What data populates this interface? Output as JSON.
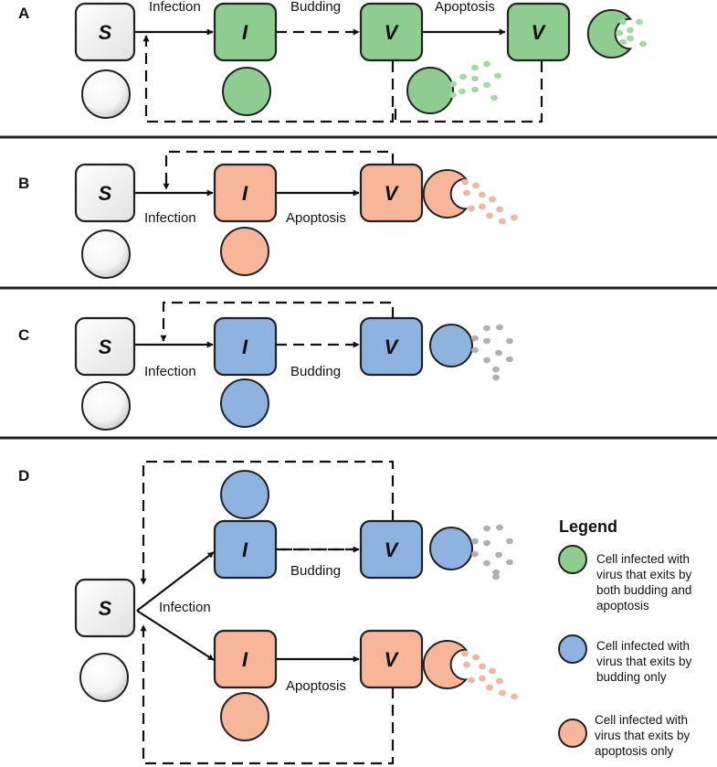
{
  "colors": {
    "green": "#8fcc8f",
    "blue": "#8fb3e0",
    "salmon": "#f7b599",
    "white": "#ffffff",
    "gray_particle": "#b0b0b0",
    "green_particle": "#a8d6a8",
    "salmon_particle": "#eeb8a6"
  },
  "node_letters": {
    "susceptible": "S",
    "infected": "I",
    "virus_producing": "V"
  },
  "panels": {
    "a": {
      "label": "A",
      "edge_infection": "Infection",
      "edge_budding": "Budding",
      "edge_apoptosis": "Apoptosis"
    },
    "b": {
      "label": "B",
      "edge_infection": "Infection",
      "edge_apoptosis": "Apoptosis"
    },
    "c": {
      "label": "C",
      "edge_infection": "Infection",
      "edge_budding": "Budding"
    },
    "d": {
      "label": "D",
      "edge_infection": "Infection",
      "edge_budding": "Budding",
      "edge_apoptosis": "Apoptosis"
    }
  },
  "legend": {
    "title": "Legend",
    "items": [
      {
        "color": "green",
        "lines": [
          "Cell infected with",
          "virus that exits by",
          "both budding and",
          "apoptosis"
        ]
      },
      {
        "color": "blue",
        "lines": [
          "Cell infected with",
          "virus that exits by",
          "budding only"
        ]
      },
      {
        "color": "salmon",
        "lines": [
          "Cell infected with",
          "virus that exits by",
          "apoptosis only"
        ]
      }
    ]
  }
}
